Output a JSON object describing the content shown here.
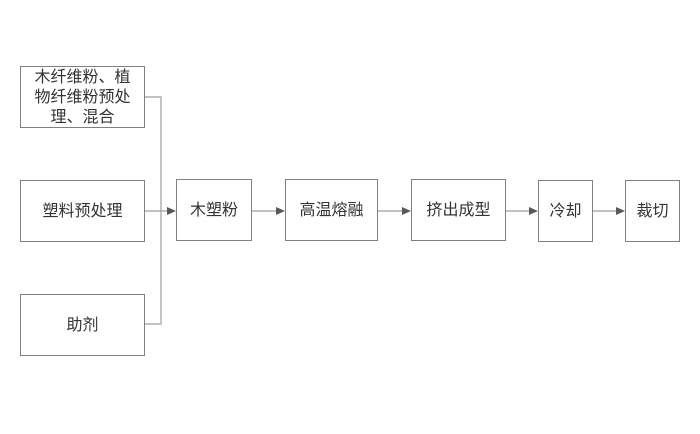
{
  "diagram": {
    "type": "flowchart",
    "title": "",
    "nodes": [
      {
        "id": "fiber-pretreatment",
        "label": "木纤维粉、植物纤维粉预处理、混合"
      },
      {
        "id": "plastic-pretreatment",
        "label": "塑料预处理"
      },
      {
        "id": "additive",
        "label": "助剂"
      },
      {
        "id": "wood-plastic-powder",
        "label": "木塑粉"
      },
      {
        "id": "high-temp-melting",
        "label": "高温熔融"
      },
      {
        "id": "extrusion-molding",
        "label": "挤出成型"
      },
      {
        "id": "cooling",
        "label": "冷却"
      },
      {
        "id": "cutting",
        "label": "裁切"
      }
    ],
    "edges": [
      {
        "from": "fiber-pretreatment",
        "to": "wood-plastic-powder",
        "style": "elbow"
      },
      {
        "from": "plastic-pretreatment",
        "to": "wood-plastic-powder",
        "style": "arrow"
      },
      {
        "from": "additive",
        "to": "wood-plastic-powder",
        "style": "elbow"
      },
      {
        "from": "wood-plastic-powder",
        "to": "high-temp-melting",
        "style": "arrow"
      },
      {
        "from": "high-temp-melting",
        "to": "extrusion-molding",
        "style": "arrow"
      },
      {
        "from": "extrusion-molding",
        "to": "cooling",
        "style": "arrow"
      },
      {
        "from": "cooling",
        "to": "cutting",
        "style": "arrow"
      }
    ]
  },
  "colors": {
    "background": "#ffffff",
    "box-border": "#808080",
    "connector": "#9e9e9e",
    "arrowhead": "#595959",
    "text": "#333333"
  }
}
